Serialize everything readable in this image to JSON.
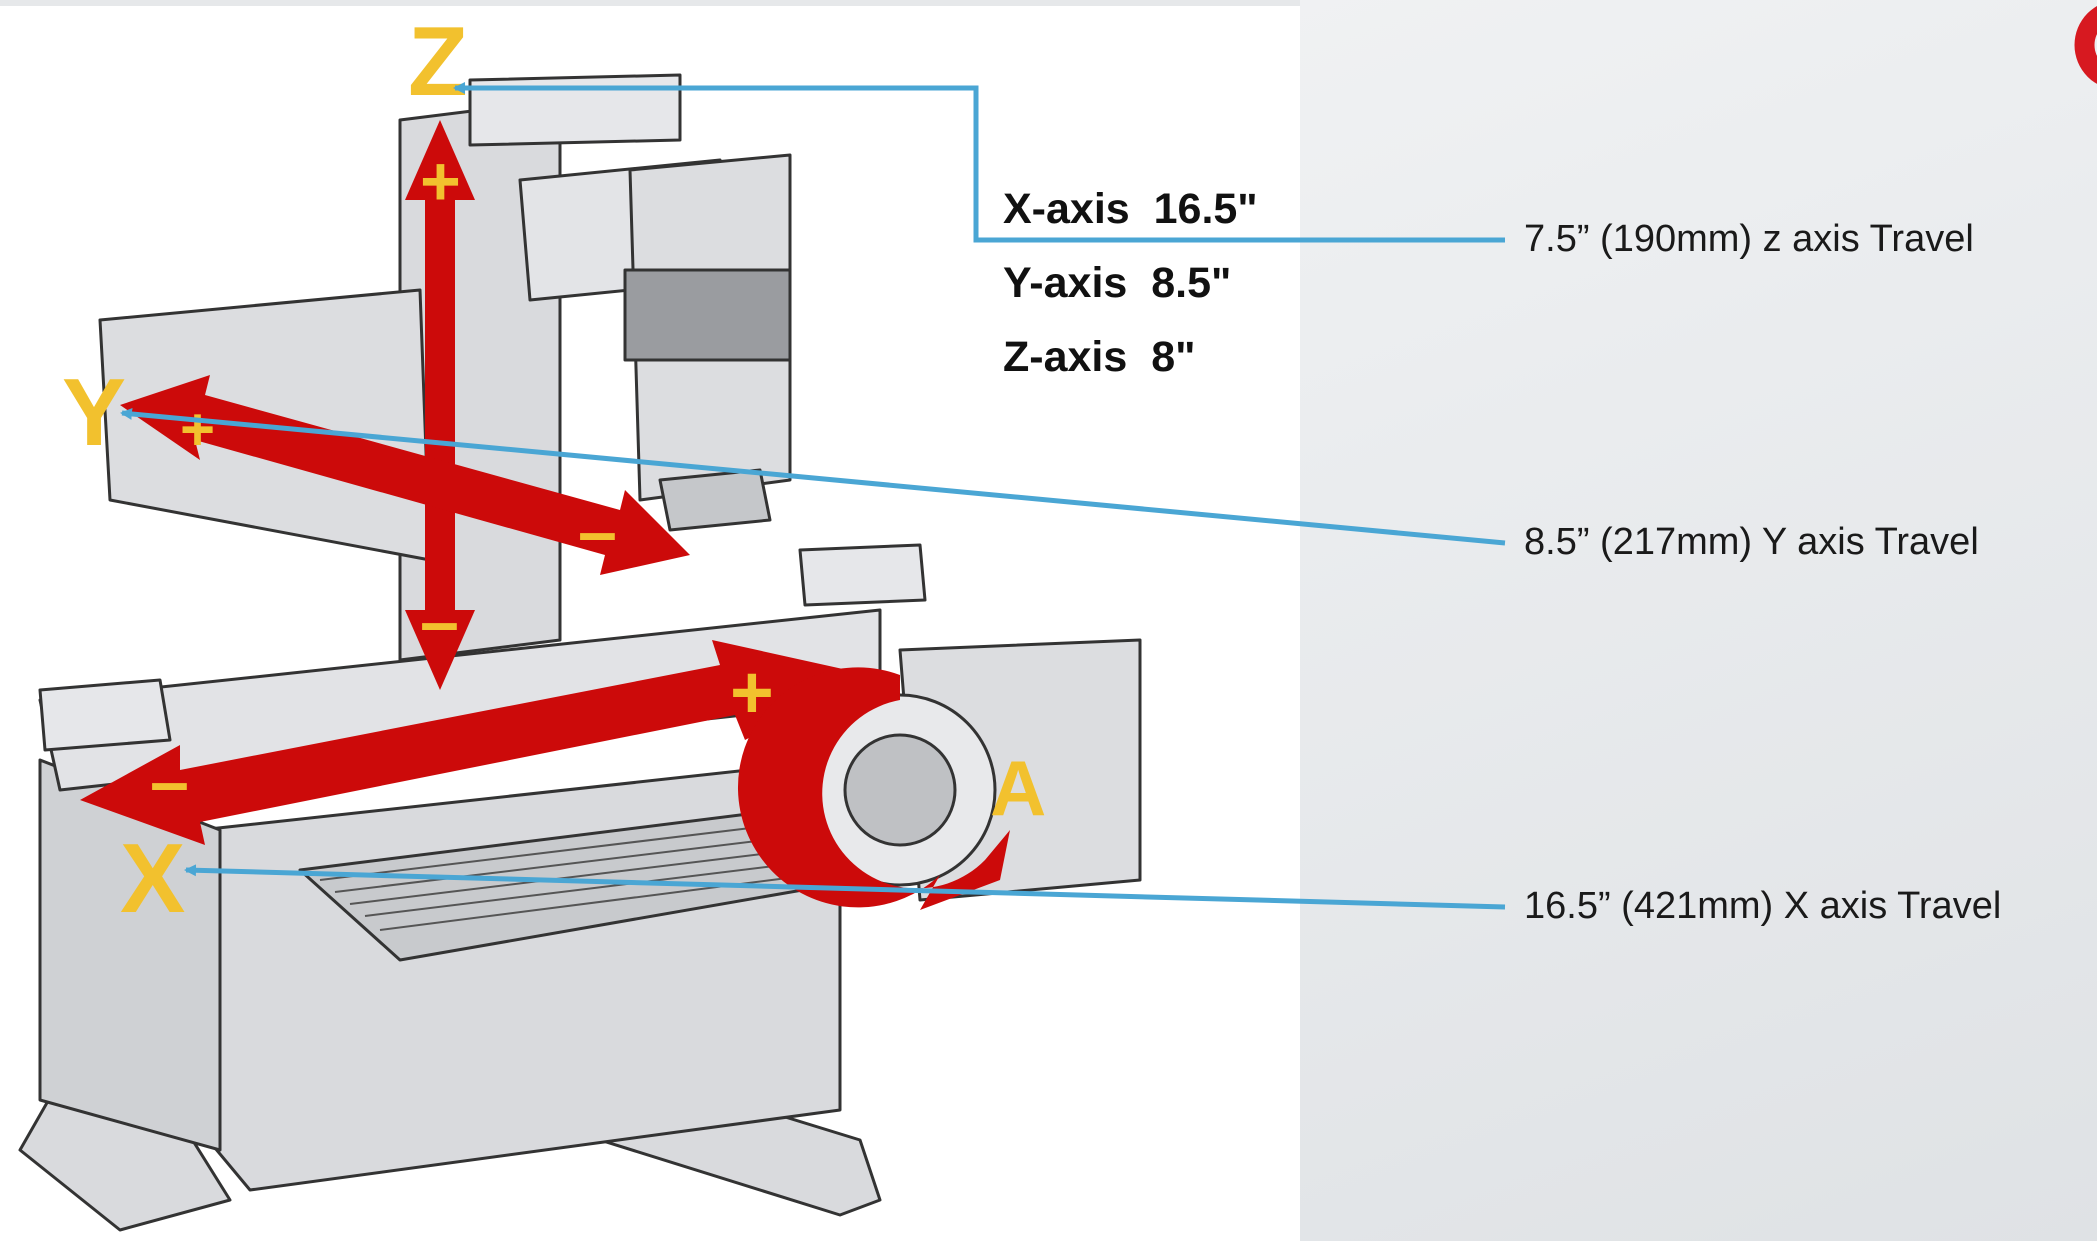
{
  "specs": [
    {
      "label": "X-axis",
      "value": "16.5\""
    },
    {
      "label": "Y-axis",
      "value": "8.5\""
    },
    {
      "label": "Z-axis",
      "value": "8\""
    }
  ],
  "callouts": {
    "z": "7.5” (190mm) z axis Travel",
    "y": "8.5” (217mm) Y axis Travel",
    "x": "16.5” (421mm) X axis Travel"
  },
  "axes": {
    "z": "Z",
    "y": "Y",
    "x": "X",
    "a": "A"
  },
  "signs": {
    "plus": "+",
    "minus": "–"
  },
  "colors": {
    "arrow_red": "#cc0a0a",
    "axis_yellow": "#f2c12e",
    "leader_blue": "#4aa6d4",
    "machine_gray": "#d9dadd",
    "logo_red": "#d71920"
  }
}
